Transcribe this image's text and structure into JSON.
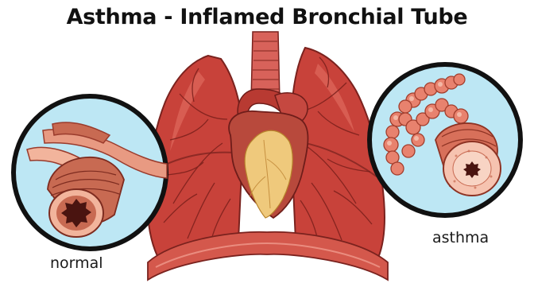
{
  "title": "Asthma - Inflamed Bronchial Tube",
  "labels": {
    "normal": "normal",
    "asthma": "asthma"
  },
  "colors": {
    "lung_fill": "#c8423a",
    "lung_dark": "#8e2a25",
    "lung_light": "#de6a5c",
    "heart": "#b8493c",
    "heart_pale": "#efc97c",
    "diaphragm": "#d4584c",
    "circle_bg": "#bde7f4",
    "circle_border": "#111111",
    "bronchus": "#c86a52",
    "bronchus_light": "#f2b49c",
    "airway_inner": "#4a1410",
    "inflamed": "#e8826e",
    "inflamed_light": "#f8c6b4"
  }
}
